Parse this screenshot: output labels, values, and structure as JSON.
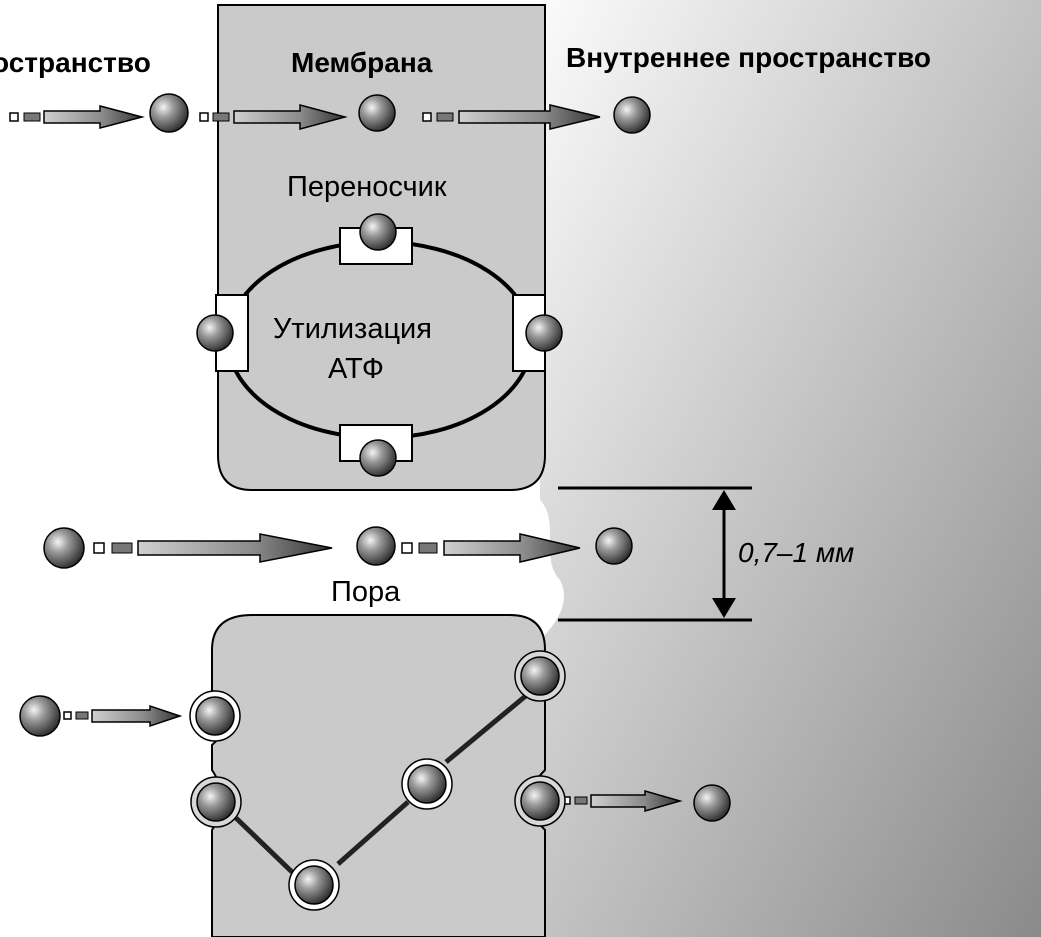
{
  "labels": {
    "outer_space": "остранство",
    "membrane": "Мембрана",
    "inner_space": "Внутреннее пространство",
    "carrier": "Переносчик",
    "atp_line1": "Утилизация",
    "atp_line2": "АТФ",
    "pore": "Пора",
    "pore_size": "0,7–1 мм"
  },
  "colors": {
    "membrane_fill": "#c8c8c8",
    "inner_gradient_start": "#f7f7f7",
    "inner_gradient_end": "#8f8f8f",
    "molecule_dark": "#2a2a2a",
    "molecule_light": "#f4f4f4",
    "line": "#000000"
  }
}
